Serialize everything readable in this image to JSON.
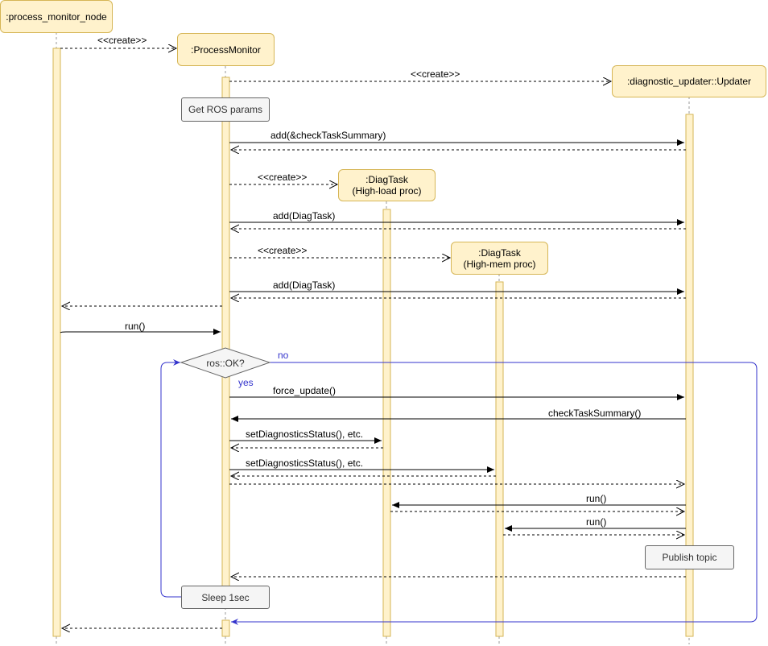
{
  "participants": {
    "node": ":process_monitor_node",
    "monitor": ":ProcessMonitor",
    "updater": ":diagnostic_updater::Updater",
    "diag_load": ":DiagTask\n(High-load proc)",
    "diag_mem": ":DiagTask\n(High-mem proc)"
  },
  "notes": {
    "get_params": "Get ROS params",
    "sleep": "Sleep 1sec",
    "publish": "Publish topic"
  },
  "condition": {
    "label": "ros::OK?",
    "no": "no",
    "yes": "yes"
  },
  "messages": {
    "create_monitor": "<<create>>",
    "create_updater": "<<create>>",
    "add_summary": "add(&checkTaskSummary)",
    "create_diag_load": "<<create>>",
    "add_diag_load": "add(DiagTask)",
    "create_diag_mem": "<<create>>",
    "add_diag_mem": "add(DiagTask)",
    "run_monitor": "run()",
    "force_update": "force_update()",
    "check_summary": "checkTaskSummary()",
    "set_status_load": "setDiagnosticsStatus(), etc.",
    "set_status_mem": "setDiagnosticsStatus(), etc.",
    "run_load": "run()",
    "run_mem": "run()"
  }
}
